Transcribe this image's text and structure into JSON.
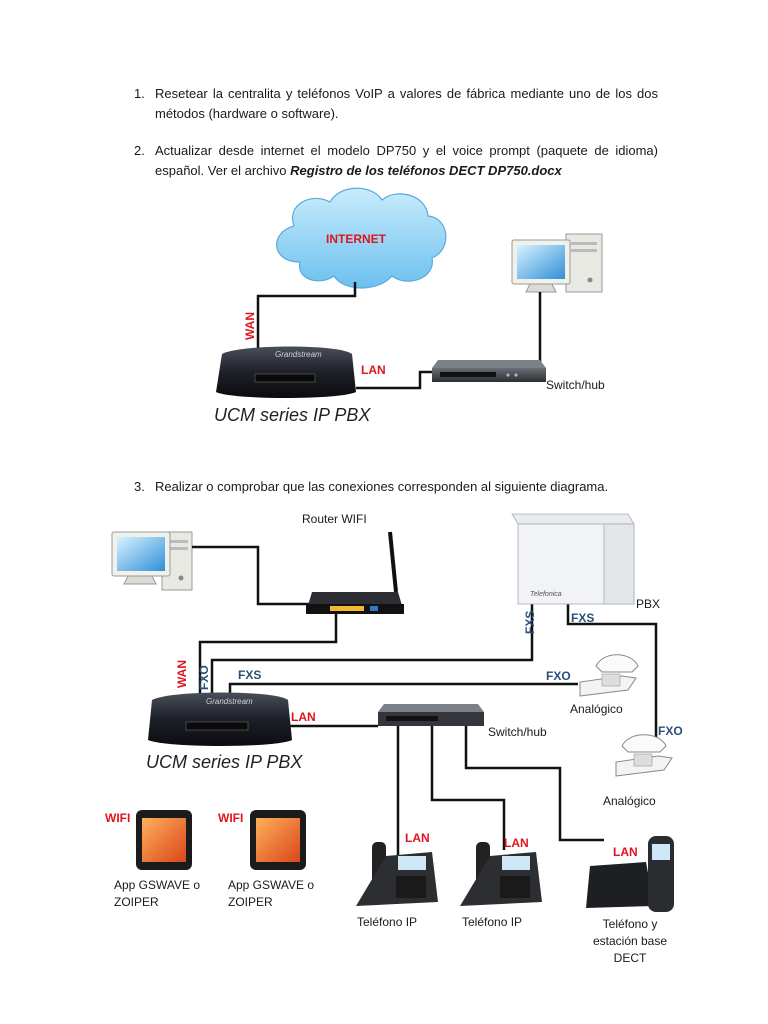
{
  "steps": [
    {
      "number": "1.",
      "text": "Resetear la centralita  y teléfonos VoIP a valores de fábrica mediante uno de los dos métodos (hardware o software)."
    },
    {
      "number": "2.",
      "text_before": "Actualizar desde internet el modelo DP750 y el voice prompt (paquete de idioma) español. Ver el archivo ",
      "text_emphasis": "Registro de los teléfonos DECT DP750.docx"
    },
    {
      "number": "3.",
      "text": "Realizar o comprobar que las conexiones corresponden al siguiente diagrama."
    }
  ],
  "diagram1": {
    "cloud_label": "INTERNET",
    "wan_label": "WAN",
    "lan_label": "LAN",
    "switch_label": "Switch/hub",
    "pbx_caption": "UCM series IP PBX"
  },
  "diagram2": {
    "router_label": "Router WIFI",
    "pbx_label": "PBX",
    "fxs_pbx_vertical": "FXS",
    "fxs_pbx_label": "FXS",
    "wan_label": "WAN",
    "fxo_vertical": "FXO",
    "fxs_ucm_label": "FXS",
    "fxo_phone1_label": "FXO",
    "analog1_label": "Analógico",
    "fxo_phone2_label": "FXO",
    "analog2_label": "Analógico",
    "lan_label": "LAN",
    "switch_label": "Switch/hub",
    "pbx_caption": "UCM series IP PBX",
    "wifi1_label": "WIFI",
    "wifi2_label": "WIFI",
    "app1_line1": "App GSWAVE o",
    "app1_line2": "ZOIPER",
    "app2_line1": "App GSWAVE o",
    "app2_line2": "ZOIPER",
    "ipphone1_lan": "LAN",
    "ipphone2_lan": "LAN",
    "dect_lan": "LAN",
    "ipphone1_label": "Teléfono IP",
    "ipphone2_label": "Teléfono IP",
    "dect_line1": "Teléfono y",
    "dect_line2": "estación base",
    "dect_line3": "DECT"
  },
  "colors": {
    "red_label": "#e0141e",
    "blue_label": "#2a4f7c",
    "cloud": "#8fd0f3"
  }
}
